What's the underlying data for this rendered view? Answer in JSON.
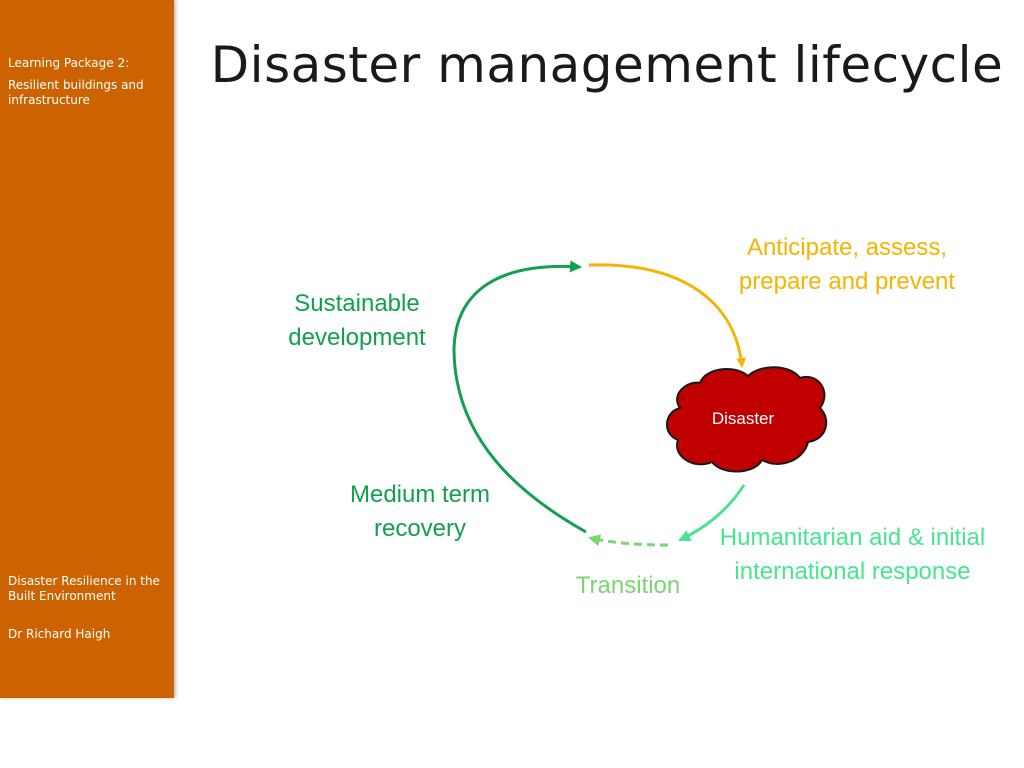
{
  "sidebar": {
    "package": "Learning Package 2:",
    "package_title": "Resilient buildings and infrastructure",
    "course": "Disaster Resilience in the Built Environment",
    "author": "Dr Richard Haigh"
  },
  "title": "Disaster management lifecycle",
  "diagram": {
    "center": "Disaster",
    "anticipate": "Anticipate, assess, prepare and prevent",
    "sustainable": "Sustainable development",
    "medium_term": "Medium term recovery",
    "transition": "Transition",
    "humanitarian": "Humanitarian aid & initial international response"
  },
  "colors": {
    "sidebar": "#cc6300",
    "disaster_fill": "#c00000",
    "prevent": "#f5b400",
    "recovery": "#12a04e",
    "transition": "#7ad66f",
    "response": "#47e58f"
  }
}
